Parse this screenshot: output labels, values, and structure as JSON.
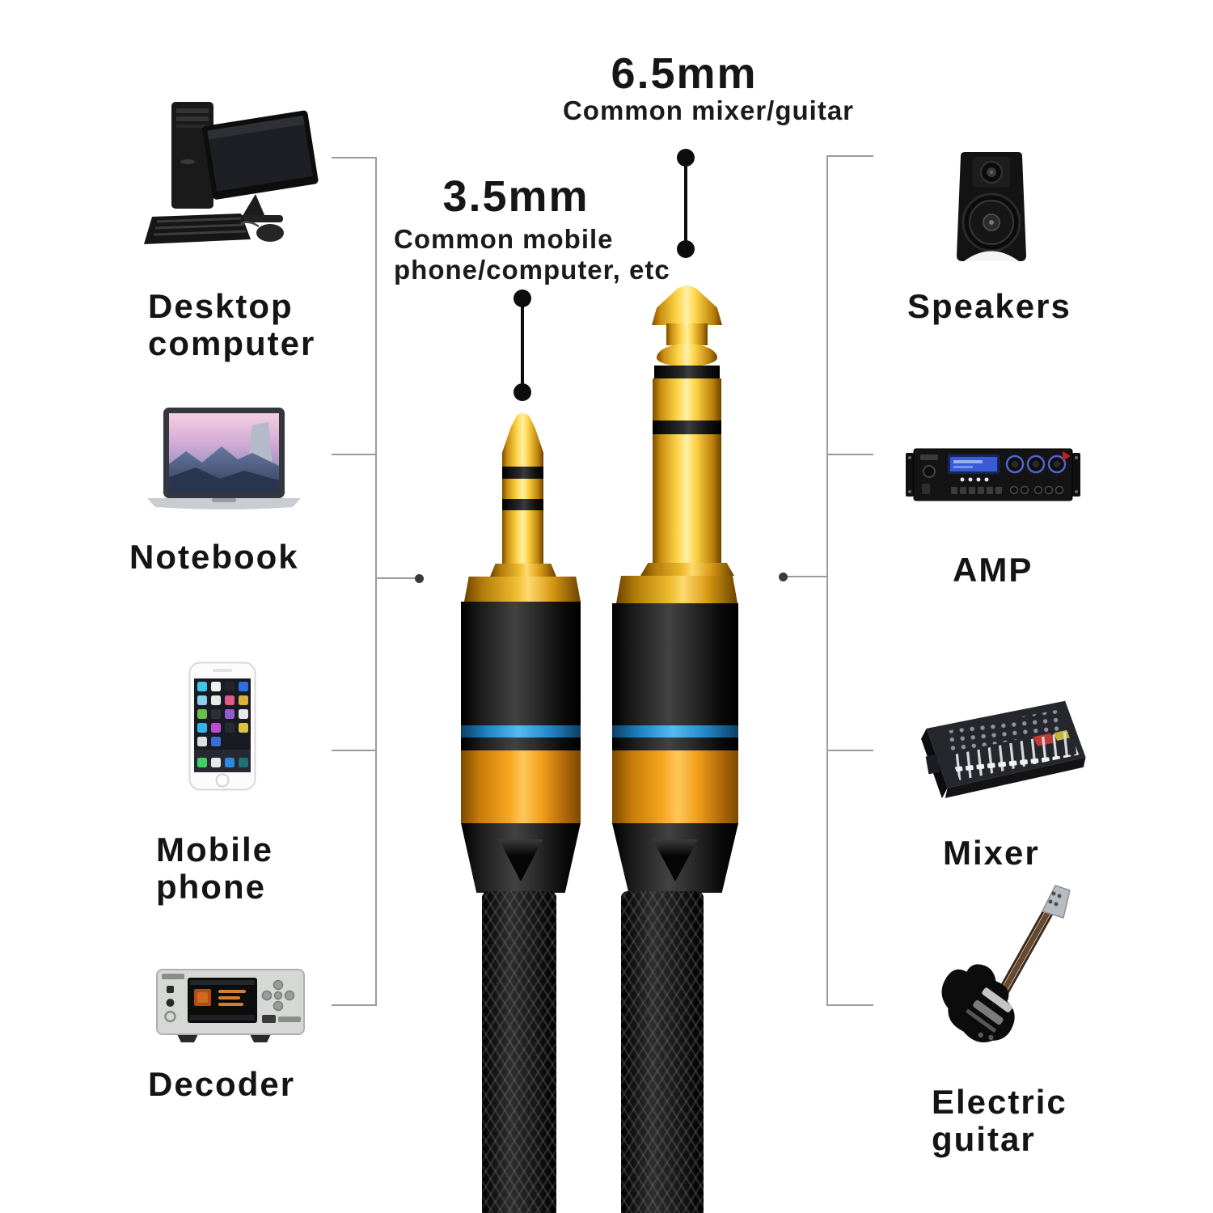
{
  "callouts": {
    "jack_65": {
      "size_label": "6.5mm",
      "description": "Common mixer/guitar"
    },
    "jack_35": {
      "size_label": "3.5mm",
      "description_line1": "Common mobile",
      "description_line2": "phone/computer, etc"
    }
  },
  "devices": {
    "desktop": {
      "line1": "Desktop",
      "line2": "computer"
    },
    "notebook": {
      "line1": "Notebook"
    },
    "mobile": {
      "line1": "Mobile",
      "line2": "phone"
    },
    "decoder": {
      "line1": "Decoder"
    },
    "speakers": {
      "line1": "Speakers"
    },
    "amp": {
      "line1": "AMP"
    },
    "mixer": {
      "line1": "Mixer"
    },
    "guitar": {
      "line1": "Electric",
      "line2": "guitar"
    }
  },
  "colors": {
    "background": "#ffffff",
    "text": "#141414",
    "callout_line": "#9b9b9b",
    "pointer_line": "#0d0d0d",
    "plug_gold": "#e6b428",
    "band_orange": "#ef9f1c",
    "ring_blue": "#2f9fe0",
    "cable_black": "#161616"
  }
}
